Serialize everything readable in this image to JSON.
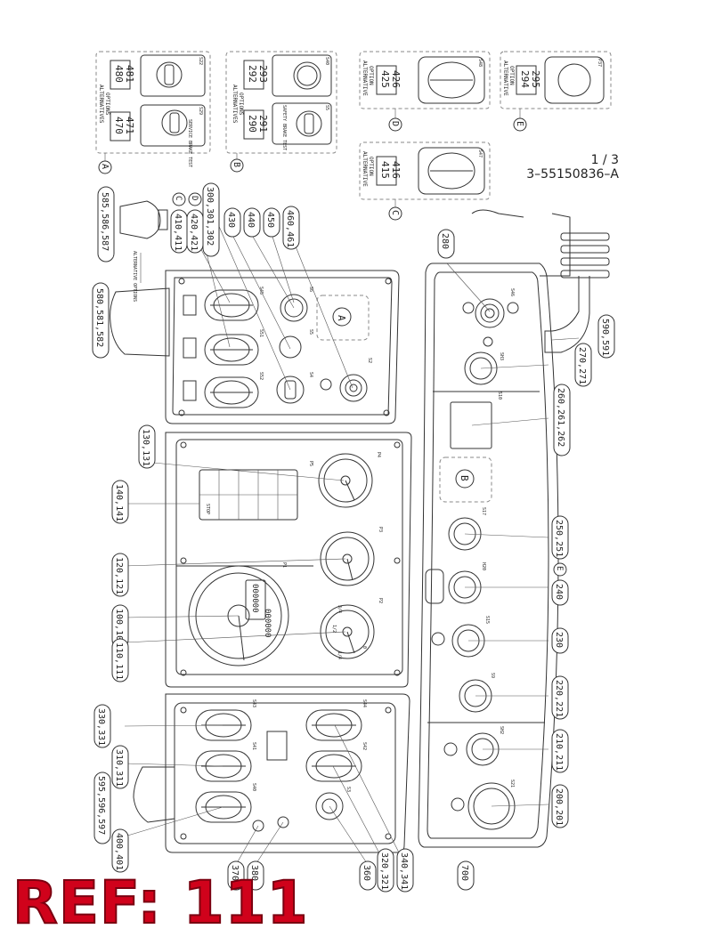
{
  "sheet": {
    "page": "1 / 3",
    "drawing_number": "3–55150836–A"
  },
  "ref_banner": "REF: 111",
  "option_groups": [
    {
      "letter": "A",
      "title_line1": "ALTERNATIVES",
      "title_line2": "OPTIONS",
      "codes": [
        "480",
        "481",
        "470",
        "471"
      ],
      "switch_labels": [
        "S22",
        "S29"
      ],
      "caption": "SERVICE BRAKE TEST"
    },
    {
      "letter": "B",
      "title_line1": "ALTERNATIVES",
      "title_line2": "OPTIONS",
      "codes": [
        "292",
        "293",
        "290",
        "291"
      ],
      "switch_labels": [
        "S40",
        "S5"
      ],
      "caption": "SAFETY BRAKE TEST"
    },
    {
      "letter": "D",
      "title_line1": "ALTERNATIVE",
      "title_line2": "OPTION",
      "codes": [
        "425",
        "426"
      ],
      "switch_labels": [
        "S48"
      ]
    },
    {
      "letter": "E",
      "title_line1": "ALTERNATIVE",
      "title_line2": "OPTION",
      "codes": [
        "294",
        "295"
      ],
      "switch_labels": [
        "P37"
      ]
    },
    {
      "letter": "C",
      "title_line1": "ALTERNATIVE",
      "title_line2": "OPTION",
      "codes": [
        "415",
        "416"
      ],
      "switch_labels": [
        "S47"
      ]
    }
  ],
  "alt_options_note": "ALTERNATIVE OPTIONS",
  "callouts": {
    "c585": "585,586,587",
    "c580": "580,581,582",
    "c410": "410,411",
    "c420": "420,421",
    "c300": "300,301,302",
    "c430": "430",
    "c440": "440",
    "c450": "450",
    "c460": "460,461",
    "c280": "280",
    "c590": "590,591",
    "c270": "270,271",
    "c260": "260,261,262",
    "c130": "130,131",
    "c140": "140,141",
    "c120": "120,121",
    "c100": "100,101",
    "c110": "110,111",
    "c250": "250,251",
    "c240": "240",
    "c230": "230",
    "c220": "220,221",
    "c210": "210,211",
    "c200": "200,201",
    "c330": "330,331",
    "c310": "310,311",
    "c595": "595,596,597",
    "c400": "400,401",
    "c370": "370",
    "c380": "380",
    "c360": "360",
    "c320": "320,321",
    "c340": "340,341",
    "c700": "700"
  },
  "letters": {
    "C": "C",
    "D": "D",
    "E": "E",
    "A": "A",
    "B": "B"
  },
  "switch_codes": {
    "s45": "S45",
    "s51": "S51",
    "s52": "S52",
    "s5": "S5",
    "s6": "S6",
    "s4": "S4",
    "s2": "S2",
    "s43": "S43",
    "s44": "S44",
    "s41": "S41",
    "s42": "S42",
    "s40": "S40",
    "s3": "S3",
    "s46": "S46",
    "s10": "S10",
    "s17": "S17",
    "s15": "S15",
    "s9": "S9",
    "h20": "H20",
    "sh2": "SH2",
    "s21": "S21",
    "sh3": "SH3"
  },
  "gauges": {
    "p1": "P1",
    "p2": "P2",
    "p3": "P3",
    "p4": "P4",
    "p5": "P5",
    "odometer_top": "000000",
    "odometer_bottom": "000000",
    "fuel_ticks": [
      "1/2",
      "3/4",
      "1/4",
      "0"
    ]
  },
  "warning_panel": {
    "stop": "STOP"
  },
  "palette": {
    "line": "#333333",
    "dash": "#888888",
    "ref": "#d0021b"
  }
}
